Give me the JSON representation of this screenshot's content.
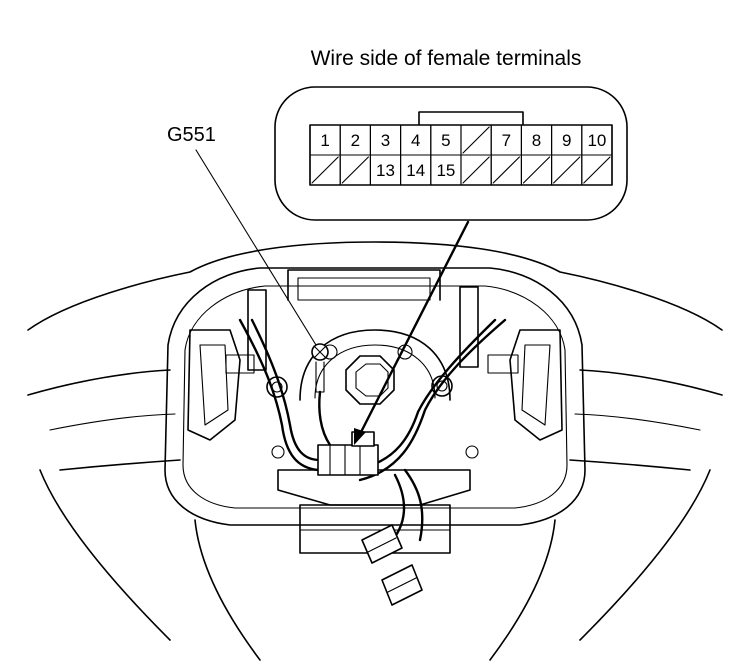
{
  "diagram": {
    "title": "Wire side of female terminals",
    "ground_label": "G551",
    "connector": {
      "top_row": [
        "1",
        "2",
        "3",
        "4",
        "5",
        "",
        "7",
        "8",
        "9",
        "10"
      ],
      "bottom_row": [
        "",
        "",
        "13",
        "14",
        "15",
        "",
        "",
        "",
        "",
        ""
      ]
    }
  }
}
